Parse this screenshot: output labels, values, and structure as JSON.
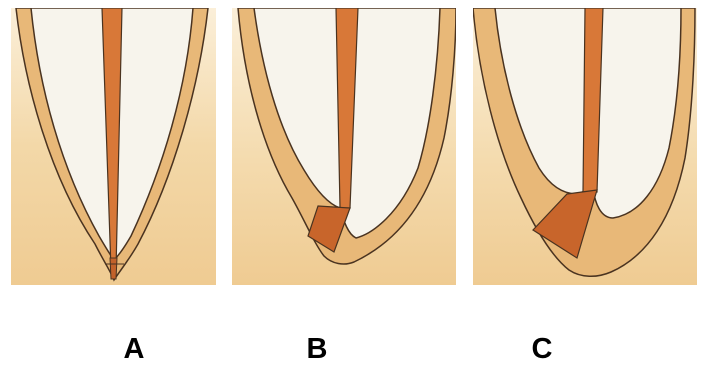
{
  "panels": [
    {
      "label": "A"
    },
    {
      "label": "B"
    },
    {
      "label": "C"
    }
  ],
  "colors": {
    "background": "#ffffff",
    "dentin": "#f1cf99",
    "dentin_light": "#fae8c8",
    "pulp": "#f7f4ec",
    "restoration": "#d87838",
    "restoration_dark": "#c2612a",
    "outline": "#4a3320"
  }
}
